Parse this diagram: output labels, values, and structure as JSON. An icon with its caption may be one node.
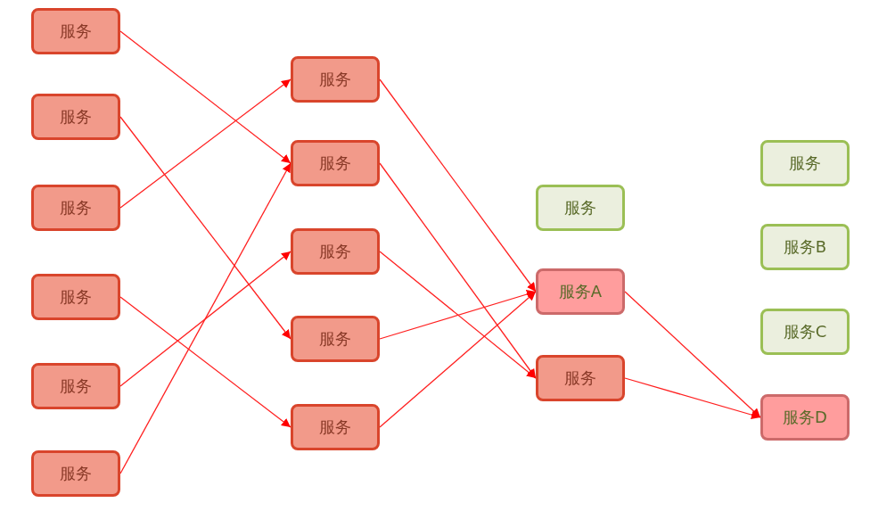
{
  "diagram": {
    "nodes": [
      {
        "text": [
          "服务"
        ]
      },
      {
        "text": [
          "服务"
        ]
      },
      {
        "text": [
          "服务"
        ]
      },
      {
        "text": [
          "服务"
        ]
      },
      {
        "text": [
          "服务"
        ]
      },
      {
        "text": [
          "服务"
        ]
      },
      {
        "text": [
          "服务"
        ]
      },
      {
        "text": [
          "服务"
        ]
      },
      {
        "text": [
          "服务"
        ]
      },
      {
        "text": [
          "服务"
        ]
      },
      {
        "text": [
          "服务"
        ]
      },
      {
        "text": [
          "服务"
        ]
      },
      {
        "text": [
          "服务A"
        ]
      },
      {
        "text": [
          "服务"
        ]
      },
      {
        "text": [
          "服务"
        ]
      },
      {
        "text": [
          "服务B"
        ]
      },
      {
        "text": [
          "服务C"
        ]
      },
      {
        "text": [
          "服务D"
        ]
      }
    ],
    "edges": [
      {
        "from": 0,
        "to": 7,
        "arrow": "to"
      },
      {
        "from": 1,
        "to": 9,
        "arrow": "to"
      },
      {
        "from": 2,
        "to": 6,
        "arrow": "to"
      },
      {
        "from": 3,
        "to": 10,
        "arrow": "to"
      },
      {
        "from": 4,
        "to": 8,
        "arrow": "to"
      },
      {
        "from": 5,
        "to": 7,
        "arrow": "to"
      },
      {
        "from": 6,
        "to": 12,
        "arrow": "to"
      },
      {
        "from": 7,
        "to": 13,
        "arrow": "to"
      },
      {
        "from": 8,
        "to": 13,
        "arrow": "to"
      },
      {
        "from": 9,
        "to": 12,
        "arrow": "to"
      },
      {
        "from": 10,
        "to": 12,
        "arrow": "to"
      },
      {
        "from": 12,
        "to": 17,
        "arrow": "to"
      },
      {
        "from": 13,
        "to": 17,
        "arrow": "to"
      }
    ]
  }
}
